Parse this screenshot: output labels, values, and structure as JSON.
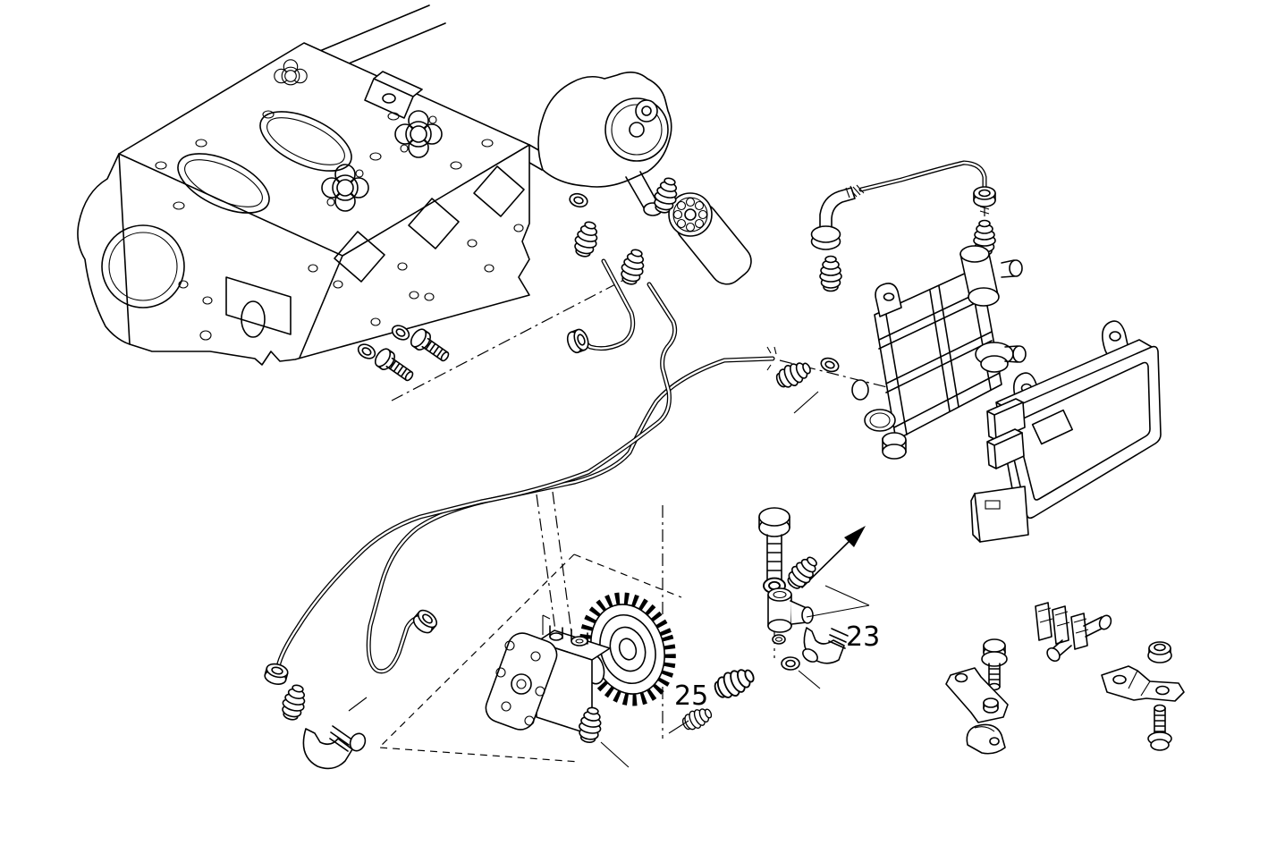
{
  "diagram": {
    "type": "exploded-parts-diagram",
    "callouts": [
      {
        "label": "23"
      },
      {
        "label": "25"
      }
    ],
    "colors": {
      "line": "#000000",
      "background": "#ffffff"
    }
  }
}
